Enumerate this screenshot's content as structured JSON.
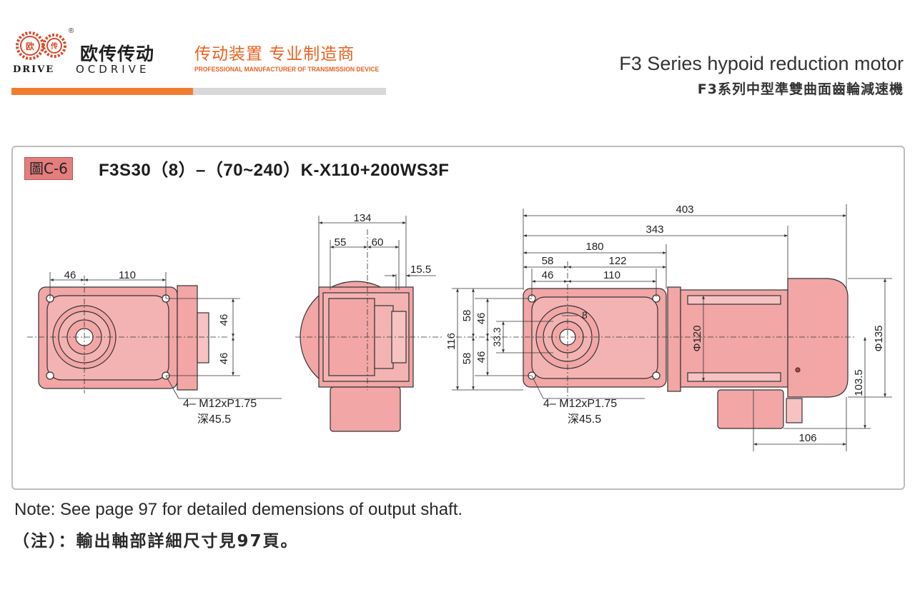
{
  "header": {
    "logo_gear_left": "欧",
    "logo_gear_right": "传",
    "logo_registered": "®",
    "logo_drive": "DRIVE",
    "brand_cn": "欧传传动",
    "brand_en": "OCDRIVE",
    "tagline_cn": "传动装置 专业制造商",
    "tagline_en": "PROFESSIONAL MANUFACTURER OF TRANSMISSION DEVICE",
    "series_en": "F3 Series hypoid reduction motor",
    "series_cn": "F3系列中型準雙曲面齒輪減速機",
    "colors": {
      "brand_orange": "#f07d2d",
      "body_pink": "#f2a6a6",
      "tag_red": "#e47d7d"
    }
  },
  "figure": {
    "tag": "圖C-6",
    "title": "F3S30（8）–（70~240）K-X110+200WS3F",
    "dims_front": {
      "d46": "46",
      "d110": "110",
      "v46a": "46",
      "v46b": "46"
    },
    "dims_side": {
      "d134": "134",
      "d55": "55",
      "d60": "60",
      "d15_5": "15.5"
    },
    "dims_top": {
      "d403": "403",
      "d343": "343",
      "d180": "180",
      "d58": "58",
      "d122": "122",
      "d46": "46",
      "d110": "110",
      "d8": "8",
      "v116": "116",
      "v58a": "58",
      "v58b": "58",
      "v46a": "46",
      "v46b": "46",
      "v33_3": "33.3",
      "phi120": "Φ120",
      "phi135": "Φ135",
      "d103_5": "103.5",
      "d106": "106"
    },
    "thread_label": "4– M12xP1.75",
    "depth_label": "深45.5",
    "thread_label_right": "4– M12xP1.75",
    "depth_label_right": "深45.5"
  },
  "notes": {
    "en": "Note: See page 97 for detailed demensions of output shaft.",
    "cn": "（注）：輸出軸部詳細尺寸見97頁。"
  }
}
